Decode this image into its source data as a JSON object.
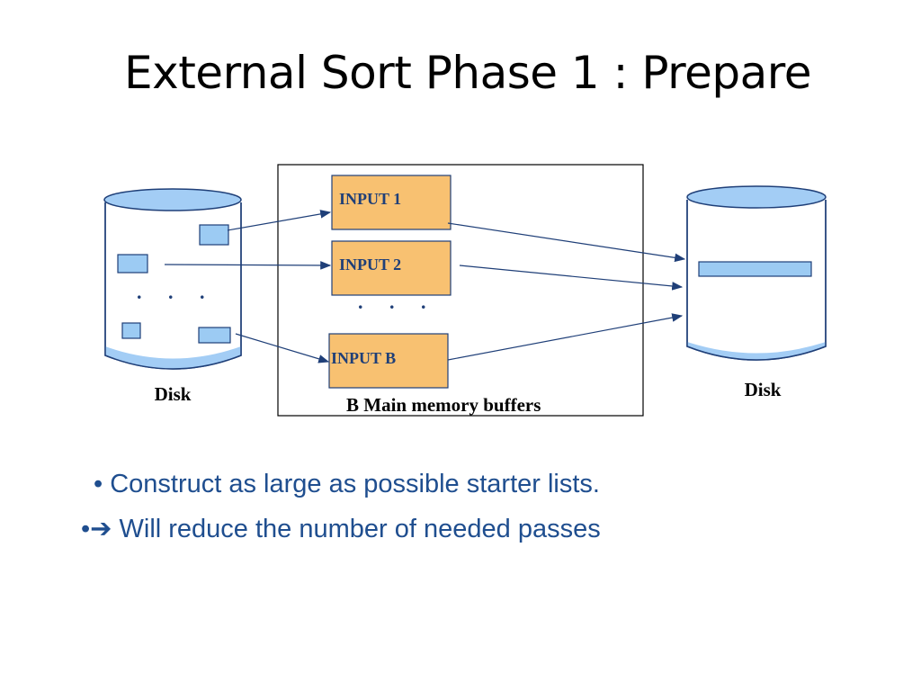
{
  "slide": {
    "title": "External Sort Phase 1 : Prepare"
  },
  "diagram": {
    "left_disk_label": "Disk",
    "right_disk_label": "Disk",
    "buffers": [
      "INPUT 1",
      "INPUT 2",
      "INPUT B"
    ],
    "buffer_dots": ". . .",
    "disk_dots": ". . .",
    "memory_label": "B Main memory buffers",
    "colors": {
      "buffer_fill": "#f8c171",
      "disk_fill": "#a3cdf5",
      "block_fill": "#9ccbf3",
      "arrow": "#1f3f78",
      "text_blue": "#1f3f78"
    }
  },
  "bullets": [
    "• Construct as large as possible starter lists.",
    "•➔ Will reduce the number of needed passes"
  ]
}
